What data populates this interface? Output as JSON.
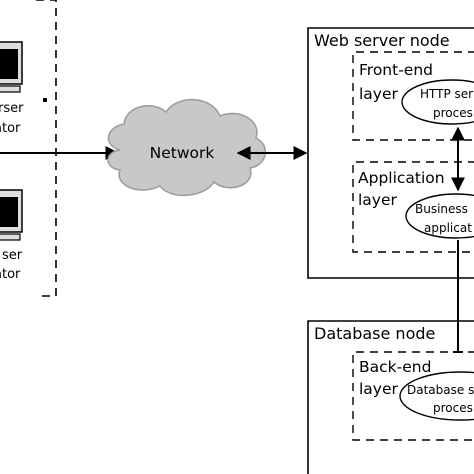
{
  "diagram": {
    "client_group": {
      "clients": [
        {
          "line1": "rser",
          "line2": "ator"
        },
        {
          "line1": "ser",
          "line2": "ator"
        }
      ]
    },
    "network": {
      "label": "Network"
    },
    "web_server_node": {
      "title": "Web server node",
      "frontend_layer": {
        "line1": "Front-end",
        "line2": "layer",
        "process_line1": "HTTP ser",
        "process_line2": "proces"
      },
      "application_layer": {
        "line1": "Application",
        "line2": "layer",
        "process_line1": "Business",
        "process_line2": "applicat"
      }
    },
    "database_node": {
      "title": "Database node",
      "backend_layer": {
        "line1": "Back-end",
        "line2": "layer",
        "process_line1": "Database s",
        "process_line2": "proces"
      }
    },
    "colors": {
      "cloud_fill": "#c8c8c8",
      "cloud_stroke": "#9a9a9a",
      "stroke": "#000000",
      "monitor_screen": "#000000"
    }
  }
}
